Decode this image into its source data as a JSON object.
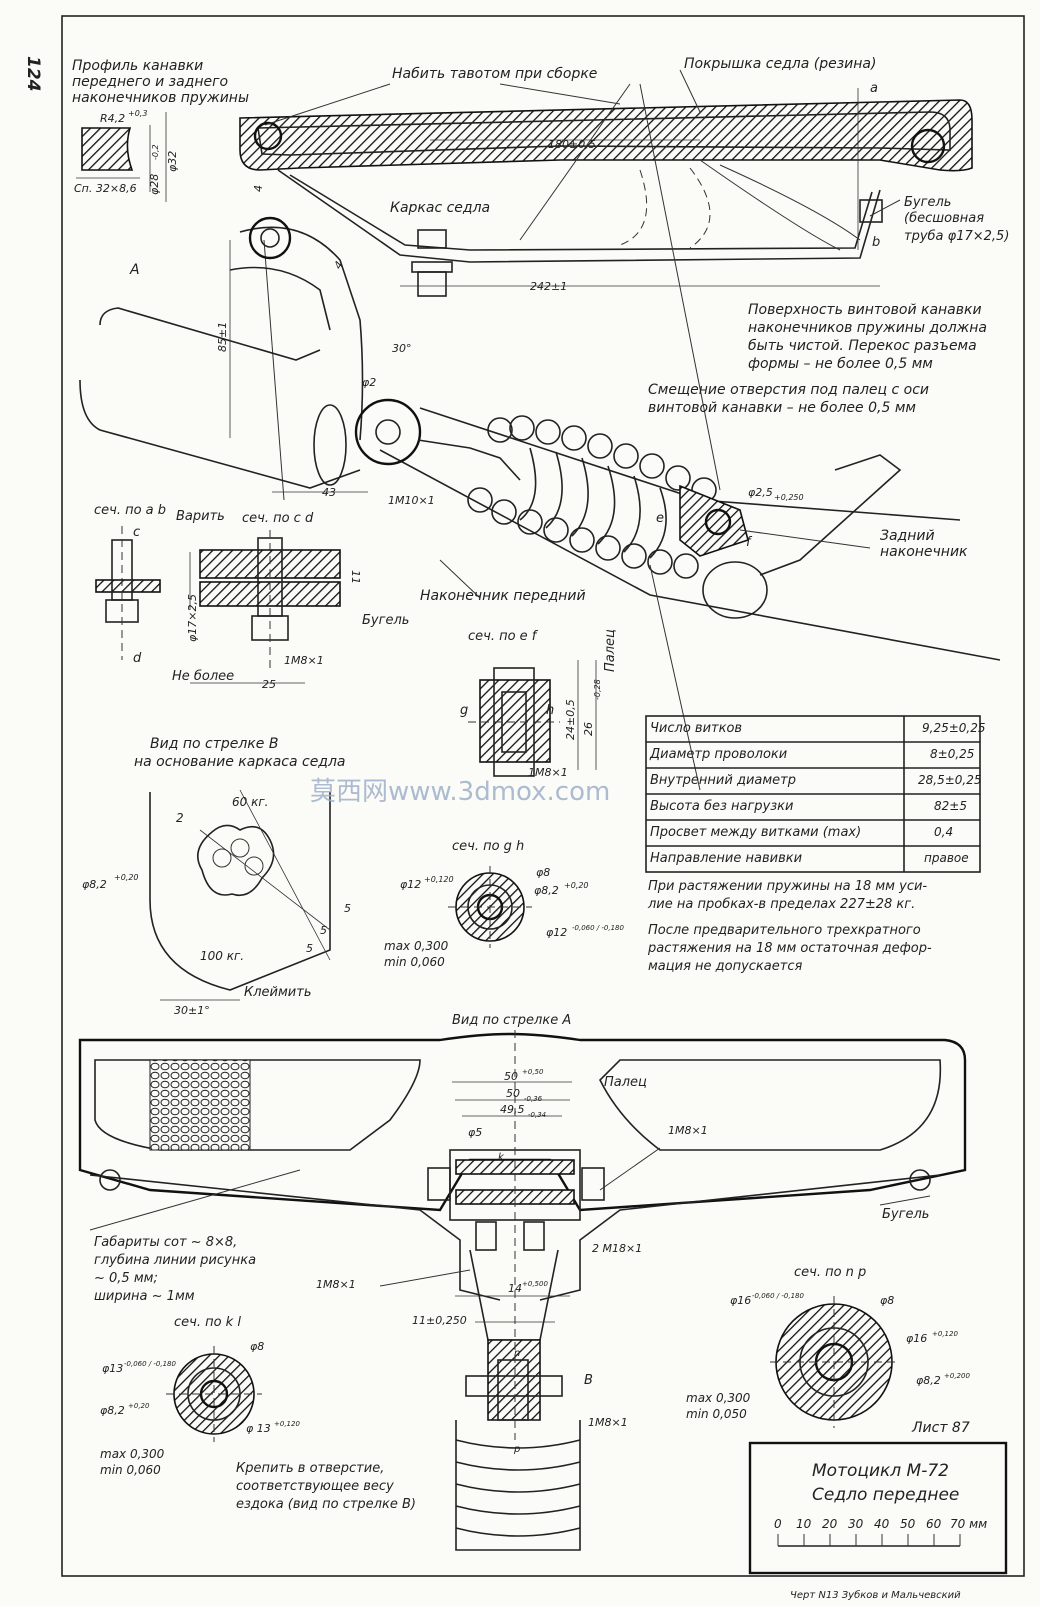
{
  "page_number": "124",
  "sheet_label": "Лист 87",
  "title_block": {
    "title": "Мотоцикл М-72",
    "subtitle": "Седло переднее",
    "scale_values": [
      "0",
      "10",
      "20",
      "30",
      "40",
      "50",
      "60",
      "70 мм"
    ]
  },
  "credit": "Черт N13  Зубков и Мальчевский",
  "watermark": "莫西网www.3dmox.com",
  "labels": {
    "groove_profile": "Профиль канавки",
    "groove_profile_2": "переднего и заднего",
    "groove_profile_3": "наконечников пружины",
    "r42": "R4,2",
    "r42_tol": "+0,3",
    "sp": "Сп. 32×8,6",
    "d28": "φ28",
    "d28_tol": "-0,2",
    "d32": "φ32",
    "grease": "Набить тавотом при сборке",
    "cover": "Покрышка седла (резина)",
    "frame": "Каркас седла",
    "bracket_1": "Бугель",
    "bracket_2": "(бесшовная",
    "bracket_3": "труба φ17×2,5)",
    "dim_180": "180±0,5",
    "dim_242": "242±1",
    "dim_85": "85±1",
    "dim_43": "43",
    "dim_4a": "4",
    "dim_4b": "4",
    "angle_30": "30°",
    "phi2": "φ2",
    "arrow_a": "А",
    "mark_a": "а",
    "mark_b": "b",
    "surface_note_1": "Поверхность винтовой канавки",
    "surface_note_2": "наконечников пружины должна",
    "surface_note_3": "быть чистой. Перекос разъема",
    "surface_note_4": "формы – не более 0,5 мм",
    "offset_note_1": "Смещение отверстия под палец с оси",
    "offset_note_2": "винтовой канавки – не более 0,5 мм",
    "m10": "1М10×1",
    "phi25": "φ2,5",
    "phi25_tol": "+0,250",
    "mark_e": "e",
    "mark_f": "f",
    "rear_tip_1": "Задний",
    "rear_tip_2": "наконечник",
    "front_tip": "Наконечник передний",
    "sec_ab": "сеч. по a b",
    "sec_cd": "сеч. по c d",
    "weld": "Варить",
    "mark_c": "c",
    "mark_d": "d",
    "bugel_small": "Бугель",
    "d17": "φ17×2,5",
    "dim_11": "11",
    "m8a": "1М8×1",
    "not_more": "Не более",
    "dim_25": "25",
    "sec_ef": "сеч. по e f",
    "pin": "Палец",
    "mark_g": "g",
    "mark_h": "h",
    "dim_24": "24±0,5",
    "dim_26": "26",
    "dim_26_tol": "-0,28",
    "m8b": "1М8×1",
    "view_b_1": "Вид по стрелке В",
    "view_b_2": "на основание каркаса седла",
    "kg60": "60 кг.",
    "kg100": "100 кг.",
    "two": "2",
    "phi82": "φ8,2",
    "phi82_tol": "+0,20",
    "five_a": "5",
    "five_b": "5",
    "five_c": "5",
    "stamp": "Клеймить",
    "angle_30b": "30±1°",
    "sec_gh": "сеч. по g h",
    "gh_phi12": "φ12",
    "gh_phi12_tol": "+0,120",
    "gh_phi8": "φ8",
    "gh_phi82": "φ8,2",
    "gh_phi82_tol": "+0,20",
    "gh_phi12b": "φ12",
    "gh_phi12b_tol": "-0,060 / -0,180",
    "gh_max": "max 0,300",
    "gh_min": "min 0,060",
    "spring_note_1": "При растяжении пружины на 18 мм уси-",
    "spring_note_2": "лие на пробках-в пределах  227±28 кг.",
    "spring_note_3": "После предварительного трехкратного",
    "spring_note_4": "растяжения на 18 мм остаточная дефор-",
    "spring_note_5": "мация не допускается",
    "view_a": "Вид по стрелке А",
    "d50a": "50",
    "d50a_tol": "+0,50",
    "d50b": "50",
    "d50b_tol": "-0,36",
    "d495": "49,5",
    "d495_tol": "-0,34",
    "phi5": "φ5",
    "pin2": "Палец",
    "m8c": "1М8×1",
    "mark_k": "k",
    "m8d": "2 М18×1",
    "bugel_bottom": "Бугель",
    "honeycomb_1": "Габариты сот ~ 8×8,",
    "honeycomb_2": "глубина линии рисунка",
    "honeycomb_3": "~ 0,5 мм;",
    "honeycomb_4": "ширина ~ 1мм",
    "m8e": "1М8×1",
    "dim_14": "14",
    "dim_14_tol": "+0,500",
    "dim_11b": "11±0,250",
    "mark_n": "n",
    "mark_p": "p",
    "arrow_b": "B",
    "m8f": "1М8×1",
    "sec_kl": "сеч. по k l",
    "kl_phi8": "φ8",
    "kl_phi13": "φ13",
    "kl_phi13_tol": "-0,060 / -0,180",
    "kl_phi82": "φ8,2",
    "kl_phi82_tol": "+0,20",
    "kl_phi13b": "φ 13",
    "kl_phi13b_tol": "+0,120",
    "kl_max": "max 0,300",
    "kl_min": "min 0,060",
    "attach_1": "Крепить в отверстие,",
    "attach_2": "соответствующее весу",
    "attach_3": "ездока (вид по стрелке В)",
    "sec_np": "сеч. по n p",
    "np_phi16": "φ16",
    "np_phi16_tol": "-0,060 / -0,180",
    "np_phi8": "φ8",
    "np_phi16b": "φ16",
    "np_phi16b_tol": "+0,120",
    "np_phi82": "φ8,2",
    "np_phi82_tol": "+0,200",
    "np_max": "max 0,300",
    "np_min": "min 0,050"
  },
  "spring_table": [
    {
      "param": "Число витков",
      "value": "9,25±0,25"
    },
    {
      "param": "Диаметр проволоки",
      "value": "8±0,25"
    },
    {
      "param": "Внутренний диаметр",
      "value": "28,5±0,25"
    },
    {
      "param": "Высота без нагрузки",
      "value": "82±5"
    },
    {
      "param": "Просвет между витками (max)",
      "value": "0,4"
    },
    {
      "param": "Направление навивки",
      "value": "правое"
    }
  ]
}
